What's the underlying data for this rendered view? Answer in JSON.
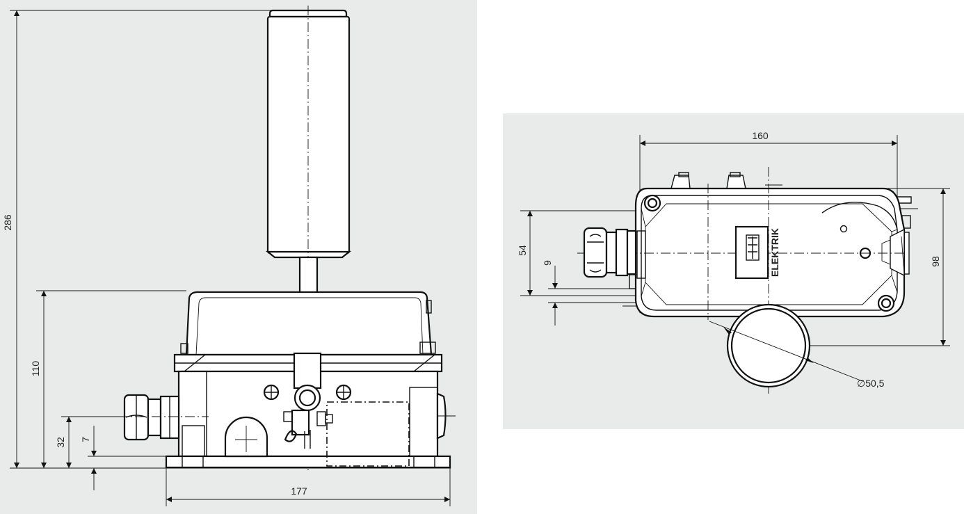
{
  "colors": {
    "panel_background": "#e9eaea",
    "line": "#111111",
    "page_background": "#ffffff"
  },
  "front_view": {
    "dimensions": {
      "total_height": "286",
      "housing_height": "110",
      "gland_height": "32",
      "base_height": "7",
      "width": "177"
    }
  },
  "top_view": {
    "dimensions": {
      "width": "160",
      "gland_offset": "54",
      "small_offset": "9",
      "depth": "98",
      "tube_diameter": "∅50,5"
    },
    "label": {
      "brand": "ELEKTRIK"
    }
  }
}
